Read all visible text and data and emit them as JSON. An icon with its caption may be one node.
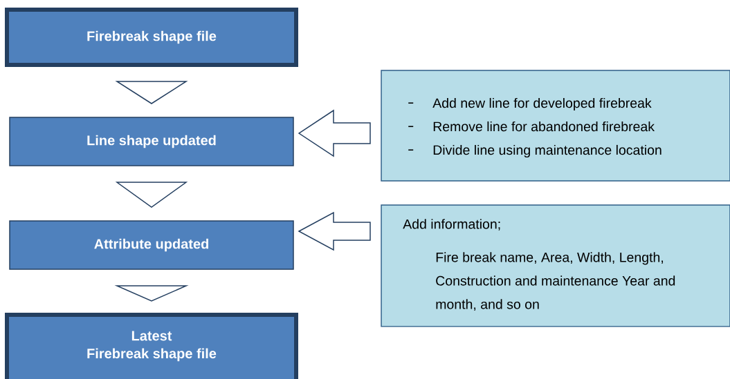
{
  "diagram": {
    "nodes": [
      {
        "text": [
          "Firebreak shape file"
        ]
      },
      {
        "text": [
          "Line shape updated"
        ]
      },
      {
        "text": [
          "Attribute updated"
        ]
      },
      {
        "text": [
          "Latest",
          "Firebreak shape file"
        ]
      },
      {
        "text": [
          "Add new line for developed firebreak",
          "Remove line for abandoned firebreak",
          "Divide line using maintenance location"
        ]
      },
      {
        "text": [
          "Add information;",
          "Fire break name, Area, Width, Length, Construction and maintenance Year and month, and so on"
        ]
      }
    ],
    "edges": [
      {
        "from": 0,
        "to": 1,
        "arrow": "to"
      },
      {
        "from": 1,
        "to": 2,
        "arrow": "to"
      },
      {
        "from": 2,
        "to": 3,
        "arrow": "to"
      },
      {
        "from": 4,
        "to": 1,
        "arrow": "to"
      },
      {
        "from": 5,
        "to": 2,
        "arrow": "to"
      }
    ]
  }
}
